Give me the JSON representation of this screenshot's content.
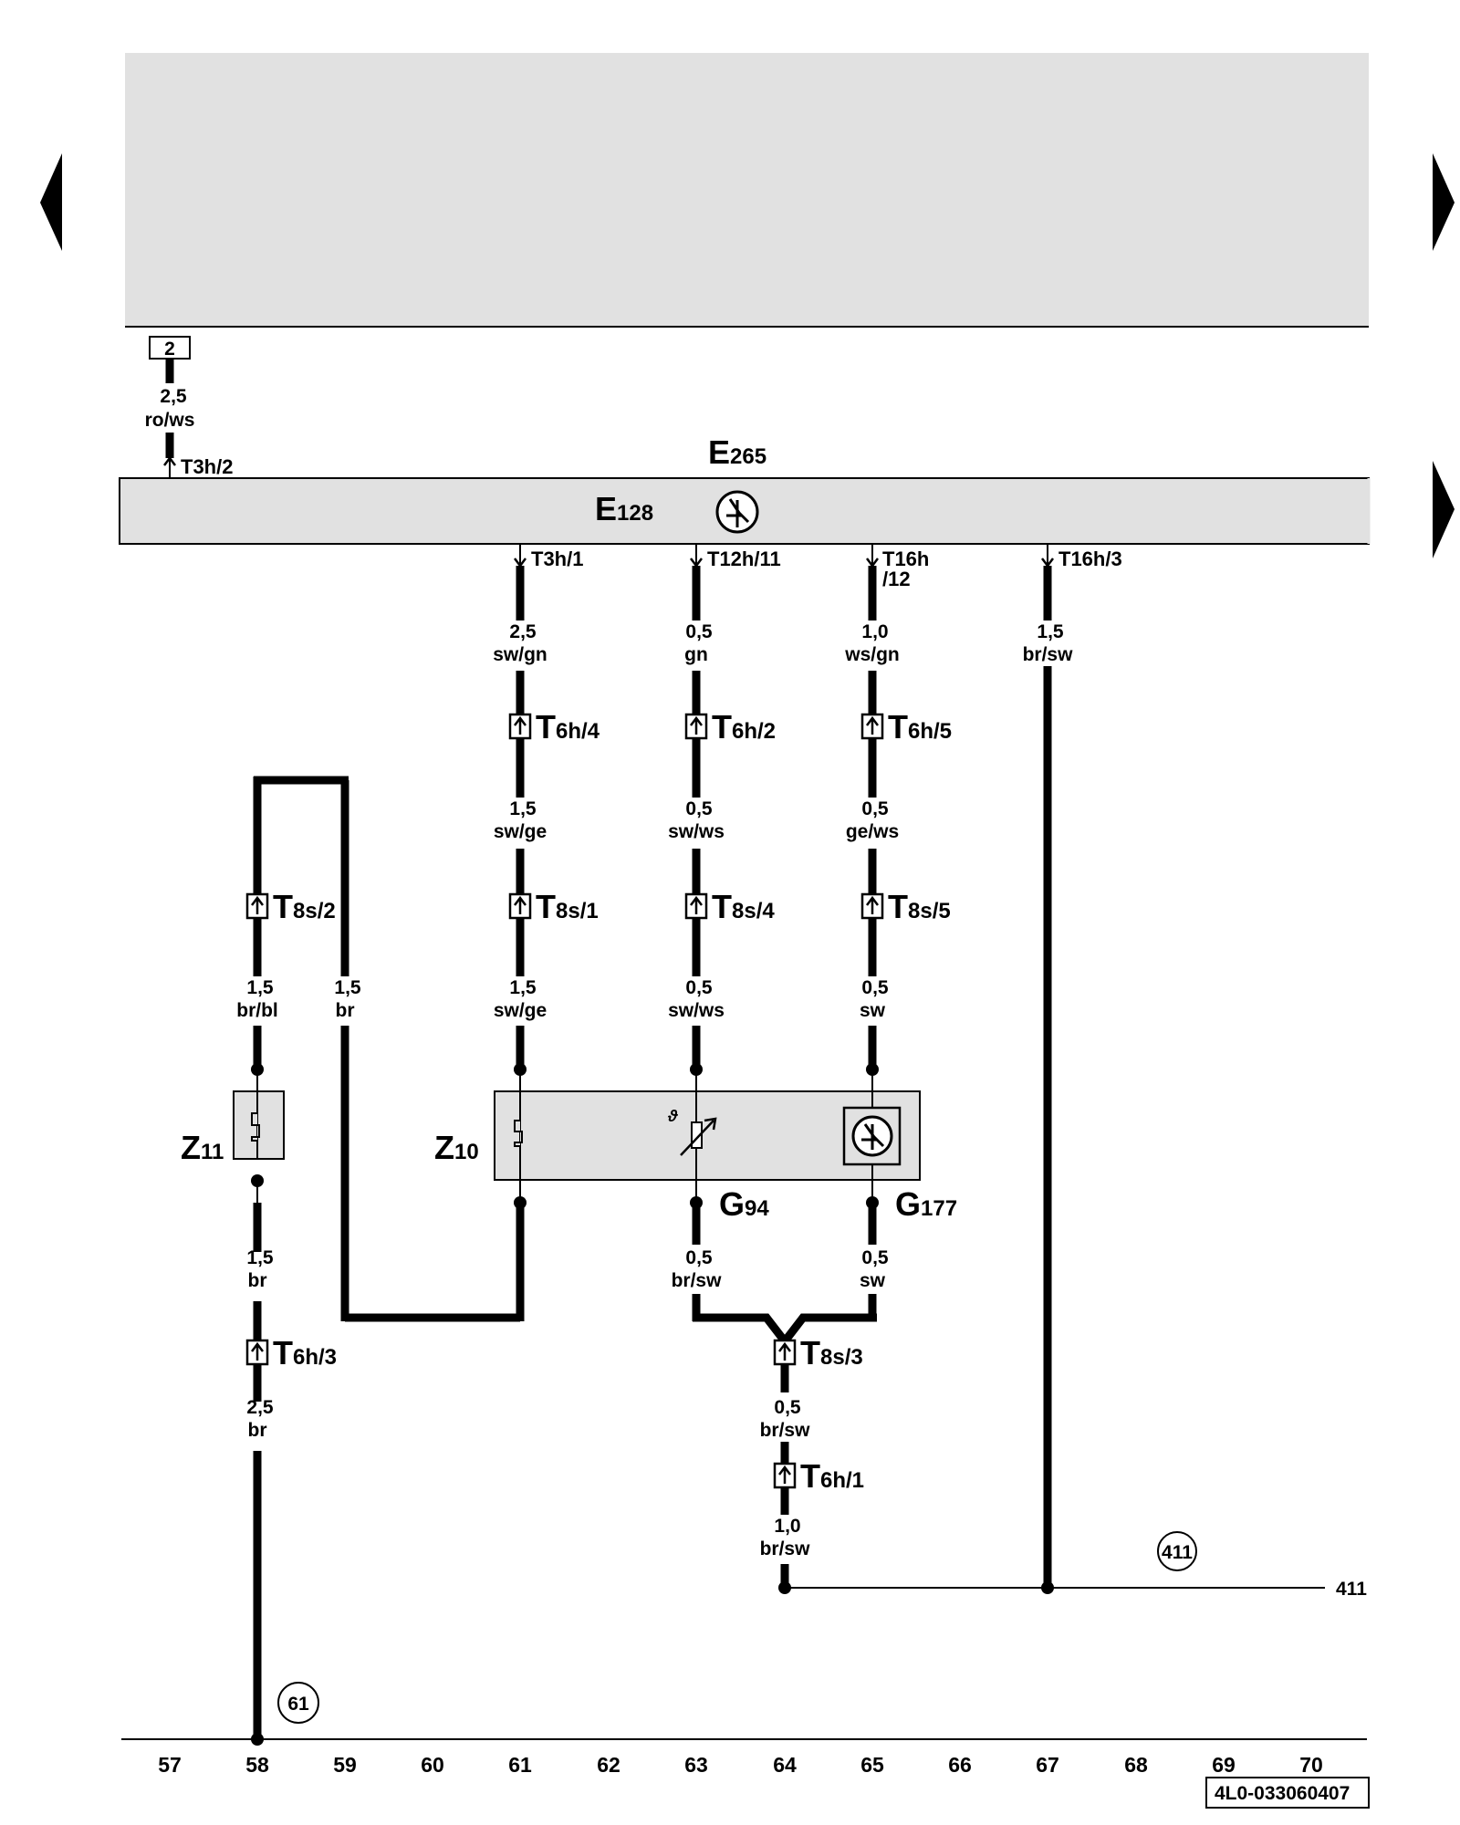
{
  "relay_box": {
    "label": "2"
  },
  "components": {
    "e265": {
      "letter": "E",
      "sub": "265"
    },
    "e128": {
      "letter": "E",
      "sub": "128"
    },
    "z10": {
      "letter": "Z",
      "sub": "10"
    },
    "z11": {
      "letter": "Z",
      "sub": "11"
    },
    "g94": {
      "letter": "G",
      "sub": "94"
    },
    "g177": {
      "letter": "G",
      "sub": "177"
    },
    "thermo_symbol": "ϑ"
  },
  "pin_labels": {
    "t3h2": "T3h/2",
    "t3h1": "T3h/1",
    "t12h11": "T12h/11",
    "t16h": "T16h",
    "t16h_12": "/12",
    "t16h3": "T16h/3"
  },
  "connectors": {
    "t6h4": {
      "letter": "T",
      "sub": "6h/4"
    },
    "t6h2": {
      "letter": "T",
      "sub": "6h/2"
    },
    "t6h5": {
      "letter": "T",
      "sub": "6h/5"
    },
    "t8s2": {
      "letter": "T",
      "sub": "8s/2"
    },
    "t8s1": {
      "letter": "T",
      "sub": "8s/1"
    },
    "t8s4": {
      "letter": "T",
      "sub": "8s/4"
    },
    "t8s5": {
      "letter": "T",
      "sub": "8s/5"
    },
    "t6h3": {
      "letter": "T",
      "sub": "6h/3"
    },
    "t8s3": {
      "letter": "T",
      "sub": "8s/3"
    },
    "t6h1": {
      "letter": "T",
      "sub": "6h/1"
    }
  },
  "wires": {
    "top_2": {
      "size": "2,5",
      "color": "ro/ws"
    },
    "c61_a": {
      "size": "2,5",
      "color": "sw/gn"
    },
    "c63_a": {
      "size": "0,5",
      "color": "gn"
    },
    "c65_a": {
      "size": "1,0",
      "color": "ws/gn"
    },
    "c67_a": {
      "size": "1,5",
      "color": "br/sw"
    },
    "c61_b": {
      "size": "1,5",
      "color": "sw/ge"
    },
    "c63_b": {
      "size": "0,5",
      "color": "sw/ws"
    },
    "c65_b": {
      "size": "0,5",
      "color": "ge/ws"
    },
    "c58_a": {
      "size": "1,5",
      "color": "br/bl"
    },
    "c59_a": {
      "size": "1,5",
      "color": "br"
    },
    "c61_c": {
      "size": "1,5",
      "color": "sw/ge"
    },
    "c63_c": {
      "size": "0,5",
      "color": "sw/ws"
    },
    "c65_c": {
      "size": "0,5",
      "color": "sw"
    },
    "c58_b": {
      "size": "1,5",
      "color": "br"
    },
    "c63_d": {
      "size": "0,5",
      "color": "br/sw"
    },
    "c65_d": {
      "size": "0,5",
      "color": "sw"
    },
    "c58_c": {
      "size": "2,5",
      "color": "br"
    },
    "c64_a": {
      "size": "0,5",
      "color": "br/sw"
    },
    "c64_b": {
      "size": "1,0",
      "color": "br/sw"
    }
  },
  "references": {
    "r411_circle": "411",
    "r411_end": "411",
    "r61_circle": "61"
  },
  "column_numbers": [
    "57",
    "58",
    "59",
    "60",
    "61",
    "62",
    "63",
    "64",
    "65",
    "66",
    "67",
    "68",
    "69",
    "70"
  ],
  "doc_number": "4L0-033060407",
  "colors": {
    "panel": "#e1e1e1",
    "wire": "#000000",
    "background": "#ffffff"
  },
  "icons": [
    "nav-left-icon",
    "nav-right-icon",
    "nav-right-icon-2",
    "fan-motor-icon",
    "fuse-icon",
    "thermistor-icon",
    "connector-icon"
  ]
}
